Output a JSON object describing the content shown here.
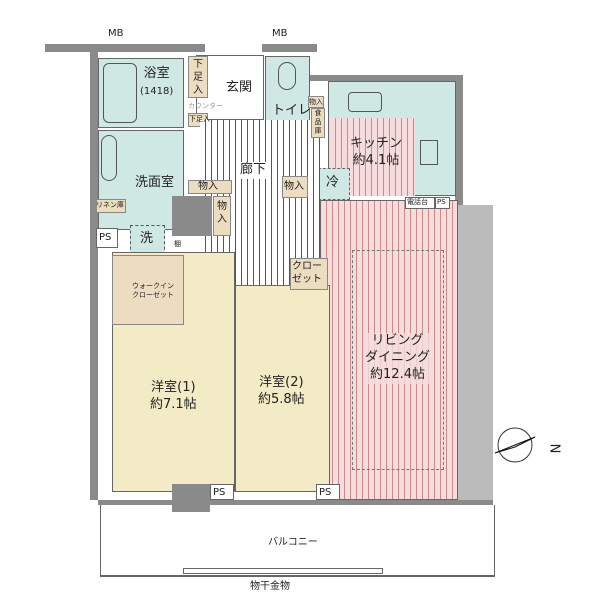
{
  "labels": {
    "mb_left": "MB",
    "mb_right": "MB",
    "bath": "浴室",
    "bath_size": "(1418)",
    "entrance": "玄関",
    "shoe_storage_1": "下足入",
    "counter": "カウンター",
    "shoe_storage_2": "下足入",
    "toilet": "トイレ",
    "storage_toilet": "物入",
    "pantry": "食品庫",
    "kitchen": "キッチン",
    "kitchen_size": "約4.1帖",
    "fridge": "冷",
    "hallway": "廊下",
    "storage_1": "物入",
    "storage_2": "物入",
    "storage_3": "物入",
    "washroom": "洗面室",
    "linen": "リネン庫",
    "washer": "洗",
    "shelf": "棚",
    "ps_1": "PS",
    "phone_stand": "電話台",
    "ps_2": "PS",
    "wic_1": "ウォークイン",
    "wic_2": "クローゼット",
    "closet_1": "クロー",
    "closet_2": "ゼット",
    "living_1": "リビング",
    "living_2": "ダイニング",
    "living_size": "約12.4帖",
    "room1": "洋室(1)",
    "room1_size": "約7.1帖",
    "room2": "洋室(2)",
    "room2_size": "約5.8帖",
    "ps_3": "PS",
    "ps_4": "PS",
    "balcony": "バルコニー",
    "drying_rack": "物干金物",
    "north": "N"
  }
}
